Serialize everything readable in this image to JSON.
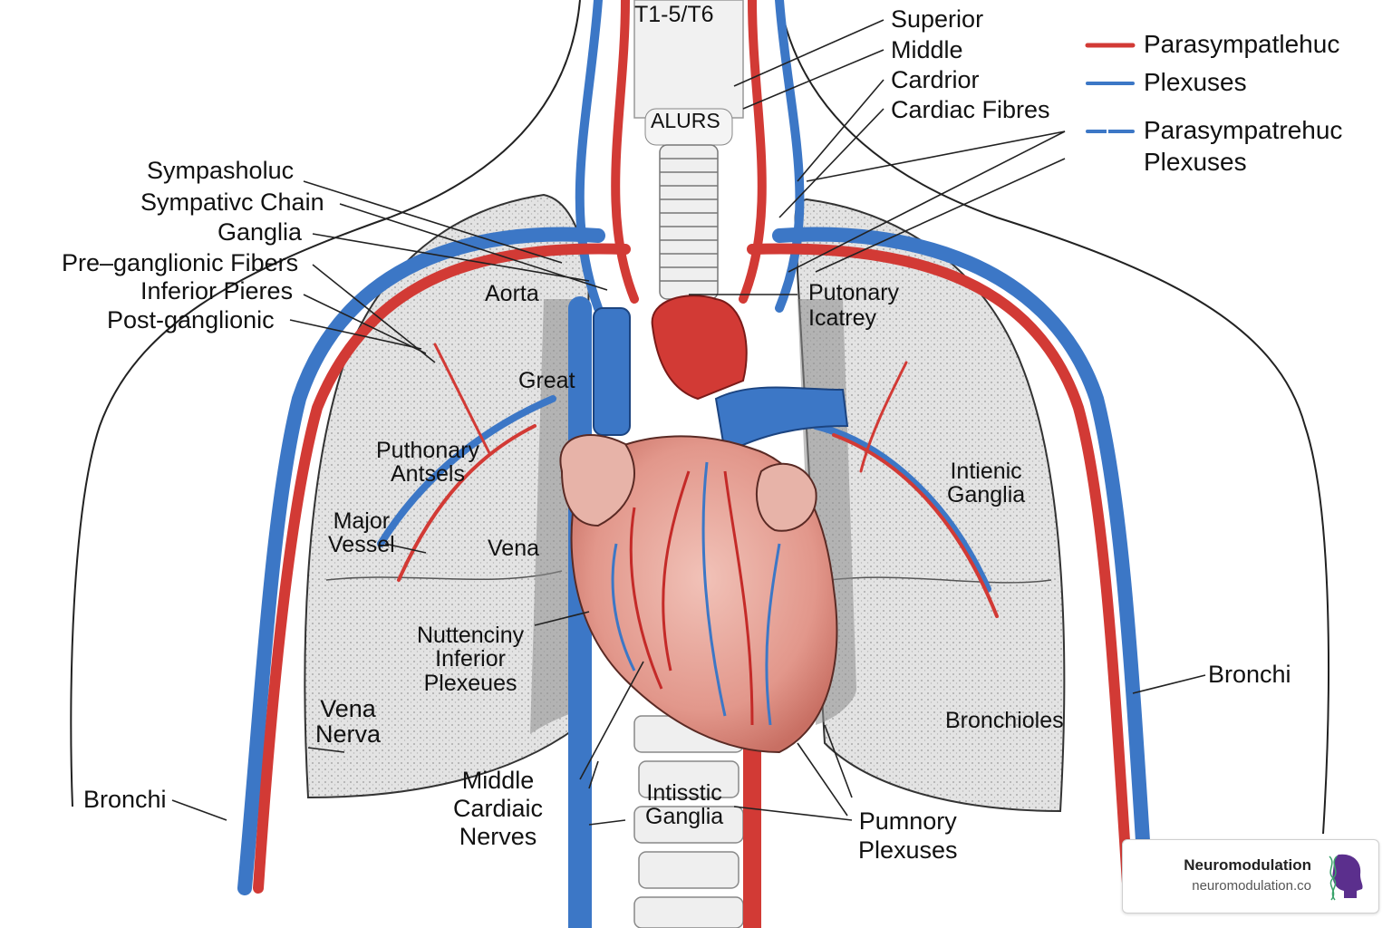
{
  "colors": {
    "artery": "#d23a35",
    "vein": "#3c77c6",
    "heart": "#e29a8f",
    "lung": "#dcdcdc",
    "spine": "#f1f1f1"
  },
  "labels": {
    "top_vertebra": "T1-5/T6",
    "alurs": "ALURS",
    "superior": "Superior",
    "middle": "Middle",
    "cardrior": "Cardrior",
    "cardiac_fibres": "Cardiac Fibres",
    "sympasholuc": "Sympasholuc",
    "sympativc_chain": "Sympativc Chain",
    "ganglia": "Ganglia",
    "pre_ganglionic": "Pre–ganglionic Fibers",
    "inferior_pieres": "Inferior Pieres",
    "post_ganglionic": "Post-ganglionic",
    "aorta": "Aorta",
    "putonary_icatrey": "Putonary\nIcatrey",
    "great": "Great",
    "puthonary_antsels": "Puthonary\nAntsels",
    "major_vessel": "Major\nVessel",
    "vena_mid": "Vena",
    "intienic_ganglia": "Intienic\nGanglia",
    "nuttenciny": "Nuttenciny\nInferior\nPlexeues",
    "vena_nerva": "Vena\nNerva",
    "bronchi_left": "Bronchi",
    "bronchi_right": "Bronchi",
    "bronchioles": "Bronchioles",
    "middle_cardiaic": "Middle\nCardiaic\nNerves",
    "intisstic_ganglia": "Intisstic\nGanglia",
    "pumnory_plexuses": "Pumnory\nPlexuses"
  },
  "legend": [
    {
      "text": "Parasympatlehuc",
      "color": "#d23a35",
      "icon": "red-line-icon"
    },
    {
      "text": "Plexuses",
      "color": "#3c77c6",
      "icon": "blue-line-icon"
    },
    {
      "text": "Parasympatrehuc\nPlexuses",
      "color": "#3c77c6",
      "icon": "blue-line-icon"
    }
  ],
  "brand": {
    "name": "Neuromodulation",
    "site": "neuromodulation.co"
  }
}
